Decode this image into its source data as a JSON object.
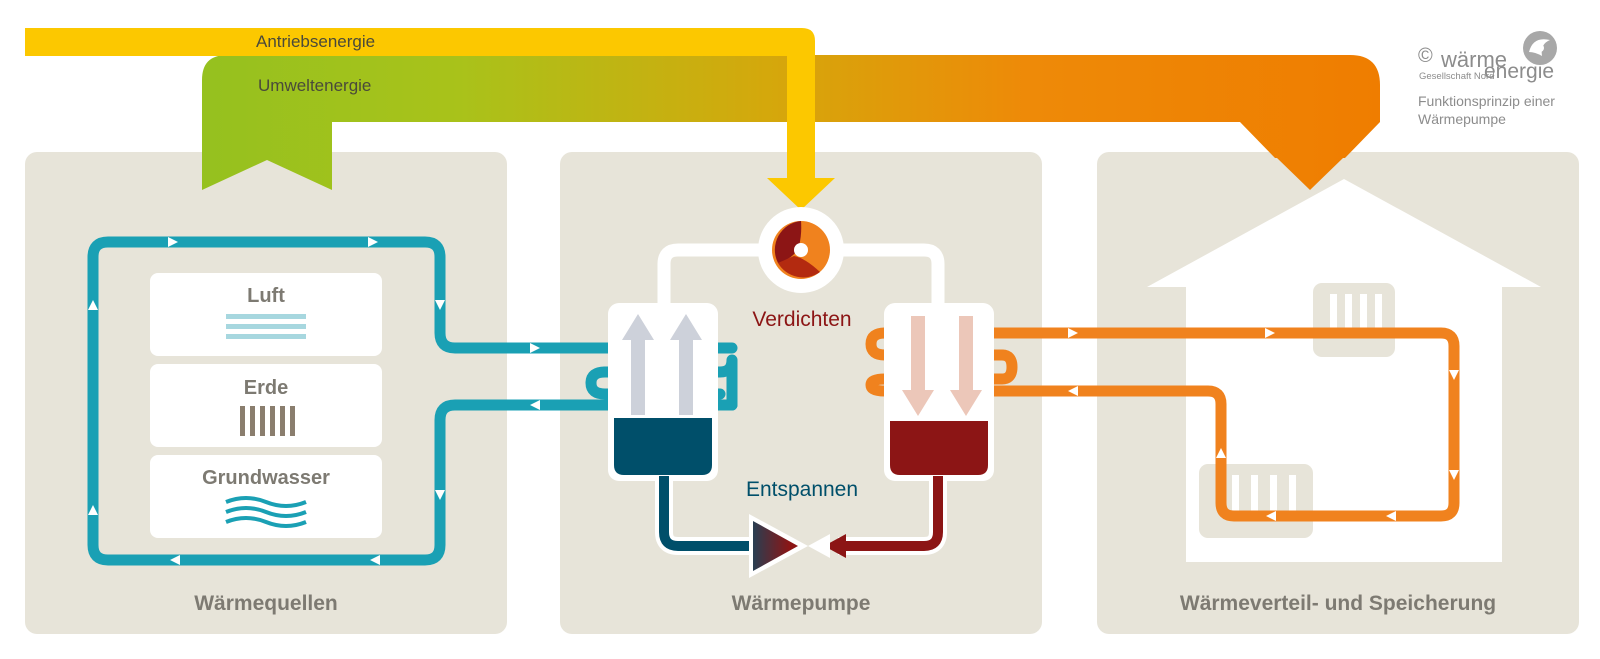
{
  "energy_labels": {
    "drive": "Antriebsenergie",
    "environment": "Umweltenergie"
  },
  "logo": {
    "copyright": "©",
    "word_top": "wärme",
    "word_bottom": "energie",
    "company": "Gesellschaft Nord",
    "subtitle_line1": "Funktionsprinzip einer",
    "subtitle_line2": "Wärmepumpe"
  },
  "sources": {
    "air": "Luft",
    "earth": "Erde",
    "groundwater": "Grundwasser"
  },
  "steps": {
    "compress": "Verdichten",
    "expand": "Entspannen"
  },
  "panels": {
    "left": "Wärmequellen",
    "middle": "Wärmepumpe",
    "right": "Wärmeverteil- und Speicherung"
  },
  "colors": {
    "panel_bg": "#e7e4d9",
    "source_loop": "#1aa0b4",
    "heating_loop": "#f0821e",
    "drive_energy": "#fcc800",
    "environment_energy": "#95c11f",
    "evaporator_fluid": "#004f6a",
    "condenser_fluid": "#8c1515",
    "label_text": "#7d7a72"
  }
}
